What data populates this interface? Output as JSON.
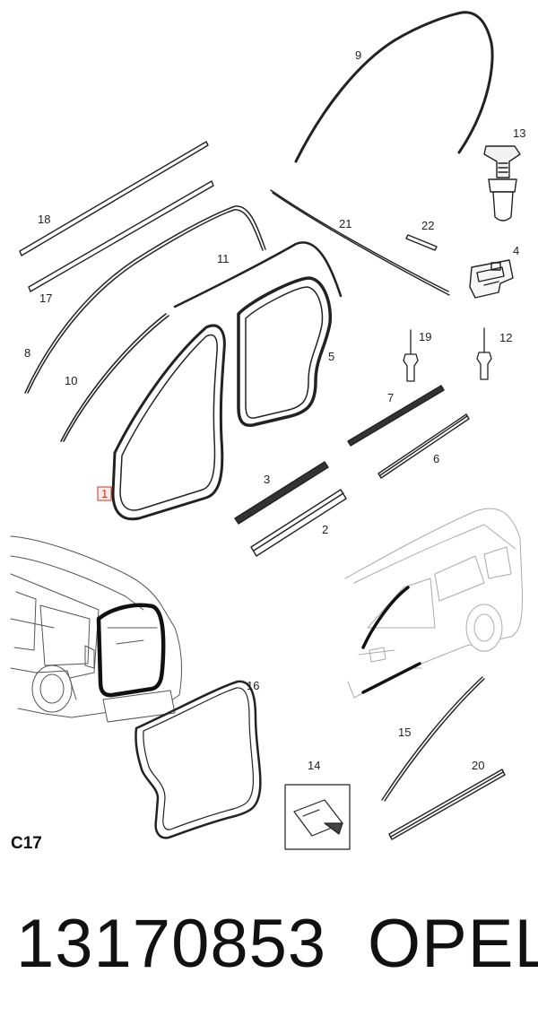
{
  "diagram": {
    "section_code": "C17",
    "callouts": [
      "9",
      "13",
      "18",
      "21",
      "22",
      "4",
      "17",
      "11",
      "8",
      "5",
      "10",
      "19",
      "12",
      "7",
      "1",
      "3",
      "6",
      "2",
      "16",
      "15",
      "14",
      "20"
    ]
  },
  "footer": {
    "part_number": "13170853",
    "brand": "OPEL"
  }
}
